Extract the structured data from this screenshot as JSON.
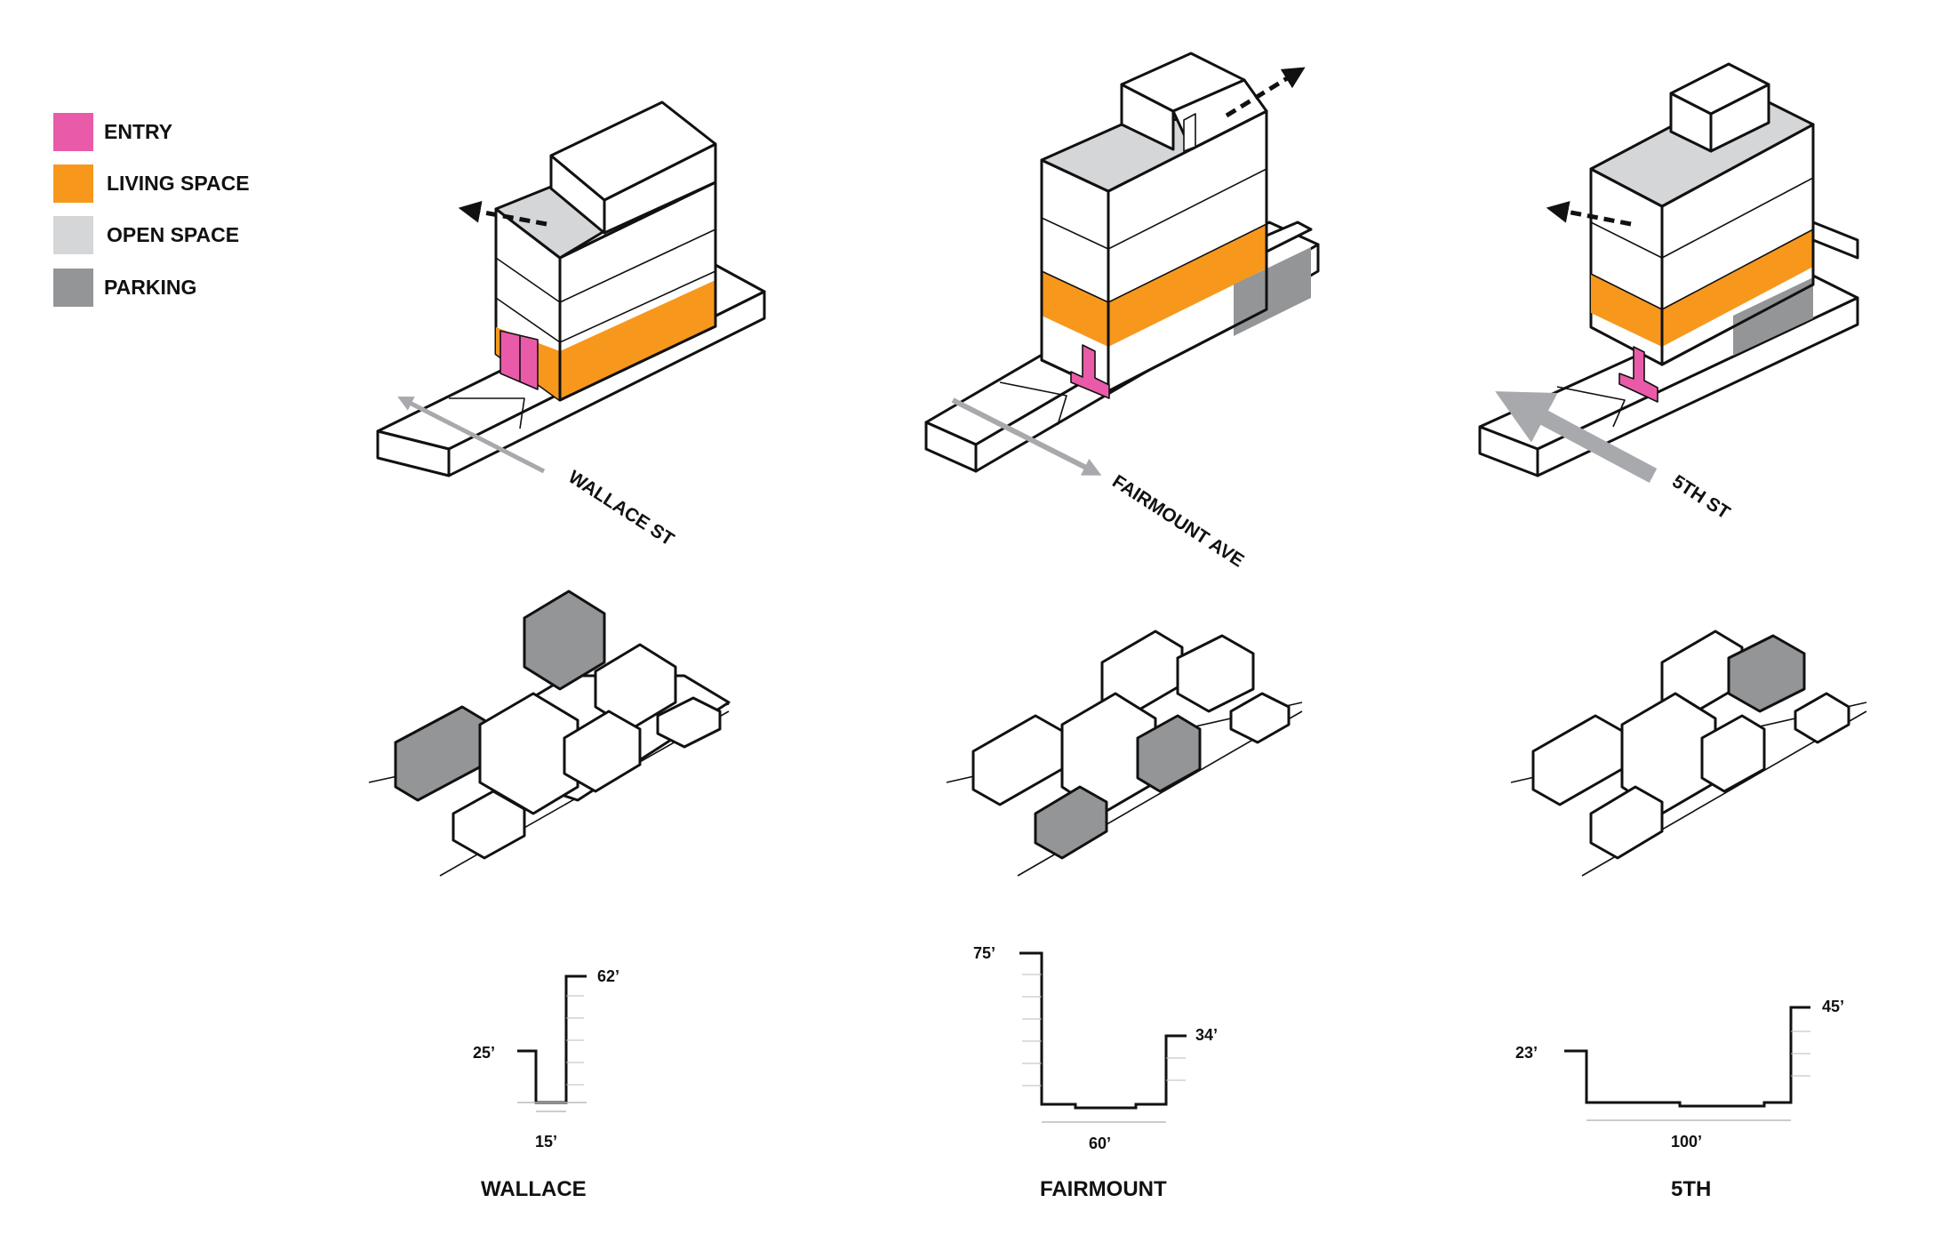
{
  "colors": {
    "entry": "#e95ba8",
    "living_space": "#f7981d",
    "open_space": "#d5d6d8",
    "parking": "#939597",
    "street_arrow": "#a7a9ac"
  },
  "legend": [
    {
      "key": "entry",
      "label": "ENTRY",
      "color": "#e95ba8"
    },
    {
      "key": "living_space",
      "label": "LIVING SPACE",
      "color": "#f7981d"
    },
    {
      "key": "open_space",
      "label": "OPEN SPACE",
      "color": "#d5d6d8"
    },
    {
      "key": "parking",
      "label": "PARKING",
      "color": "#939597"
    }
  ],
  "sites": [
    {
      "title": "WALLACE",
      "street": "WALLACE ST",
      "section": {
        "left_height": "25’",
        "right_height": "62’",
        "width": "15’"
      }
    },
    {
      "title": "FAIRMOUNT",
      "street": "FAIRMOUNT AVE",
      "section": {
        "left_height": "75’",
        "right_height": "34’",
        "width": "60’"
      }
    },
    {
      "title": "5TH",
      "street": "5TH ST",
      "section": {
        "left_height": "23’",
        "right_height": "45’",
        "width": "100’"
      }
    }
  ]
}
